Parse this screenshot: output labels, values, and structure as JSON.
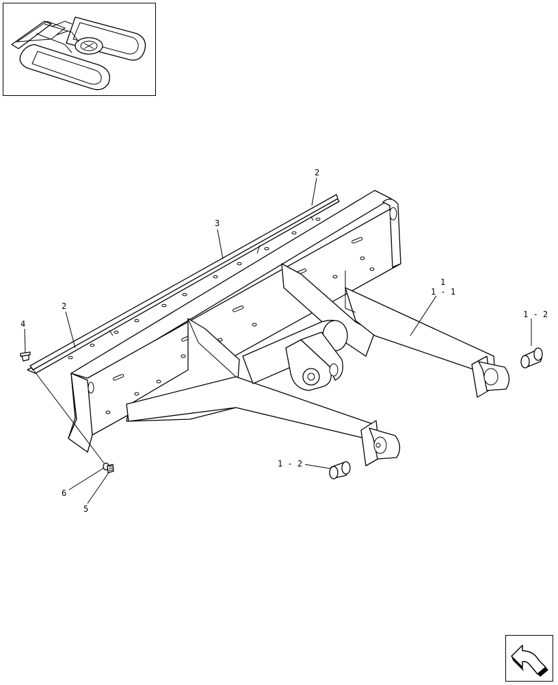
{
  "callouts": {
    "c_2_top": "2",
    "c_3": "3",
    "c_2_left": "2",
    "c_4": "4",
    "c_1": "1",
    "c_1_1": "1 - 1",
    "c_1_2_right": "1 - 2",
    "c_1_2_left": "1 - 2",
    "c_6": "6",
    "c_5": "5"
  },
  "icons": {
    "thumbnail": "excavator-undercarriage-thumbnail-icon",
    "navigation": "return-arrow-icon"
  },
  "colors": {
    "line": "#000000",
    "background": "#ffffff"
  }
}
